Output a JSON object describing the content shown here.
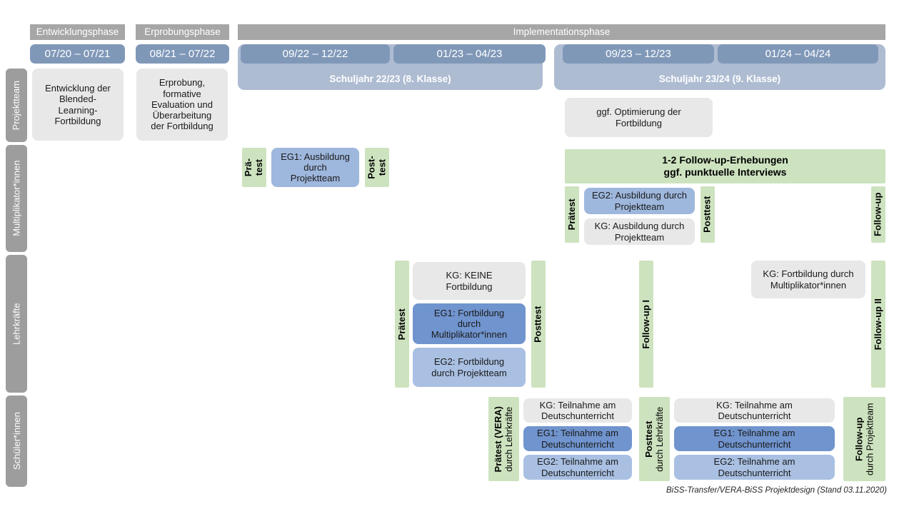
{
  "title": "BiSS-Transfer / VERA-BiSS Projektdesign",
  "colors": {
    "phase_header": "#a6a6a6",
    "date_chip": "#8098b8",
    "school_year": "#aebcd2",
    "actor_label": "#9d9d9d",
    "grey_box": "#e8e8e8",
    "blue_dark": "#7094ce",
    "blue_mid": "#9eb7dd",
    "blue_light": "#a9c0e2",
    "green_band": "#cde3bf"
  },
  "phases": [
    {
      "label": "Entwicklungsphase"
    },
    {
      "label": "Erprobungsphase"
    },
    {
      "label": "Implementationsphase"
    }
  ],
  "dates": [
    {
      "label": "07/20 – 07/21"
    },
    {
      "label": "08/21 – 07/22"
    },
    {
      "label": "09/22 – 12/22"
    },
    {
      "label": "01/23 – 04/23"
    },
    {
      "label": "09/23 – 12/23"
    },
    {
      "label": "01/24 – 04/24"
    }
  ],
  "school_years": [
    {
      "label": "Schuljahr 22/23 (8. Klasse)"
    },
    {
      "label": "Schuljahr 23/24 (9. Klasse)"
    }
  ],
  "actors": [
    {
      "label": "Projektteam"
    },
    {
      "label": "Multiplikator*innen"
    },
    {
      "label": "Lehrkräfte"
    },
    {
      "label": "Schüler*innen"
    }
  ],
  "projektteam_row": {
    "boxes": [
      {
        "lines": [
          "Entwicklung der",
          "Blended-",
          "Learning-",
          "Fortbildung"
        ]
      },
      {
        "lines": [
          "Erprobung,",
          "formative",
          "Evaluation und",
          "Überarbeitung",
          "der Fortbildung"
        ]
      },
      {
        "lines": [
          "ggf. Optimierung der",
          "Fortbildung"
        ]
      }
    ]
  },
  "multiplikator_row": {
    "followup_banner": {
      "line1": "1-2 Follow-up-Erhebungen",
      "line2": "ggf. punktuelle Interviews"
    },
    "tests": [
      {
        "line1": "Prä-",
        "line2": "test"
      },
      {
        "line1": "Post-",
        "line2": "test"
      },
      {
        "line1": "Prätest",
        "line2": ""
      },
      {
        "line1": "Posttest",
        "line2": ""
      },
      {
        "line1": "Follow-up",
        "line2": ""
      }
    ],
    "boxes": [
      {
        "lines": [
          "EG1: Ausbildung",
          "durch",
          "Projektteam"
        ]
      },
      {
        "lines": [
          "EG2:  Ausbildung durch",
          "Projektteam"
        ]
      },
      {
        "lines": [
          "KG: Ausbildung durch",
          "Projektteam"
        ]
      }
    ]
  },
  "lehrkraefte_row": {
    "tests": [
      {
        "line1": "Prätest",
        "line2": ""
      },
      {
        "line1": "Posttest",
        "line2": ""
      },
      {
        "line1": "Follow-up I",
        "line2": ""
      },
      {
        "line1": "Follow-up II",
        "line2": ""
      }
    ],
    "boxes": [
      {
        "lines": [
          "KG:  KEINE",
          "Fortbildung"
        ]
      },
      {
        "lines": [
          "EG1: Fortbildung",
          "durch",
          "Multiplikator*innen"
        ]
      },
      {
        "lines": [
          "EG2: Fortbildung",
          "durch Projektteam"
        ]
      },
      {
        "lines": [
          "KG: Fortbildung durch",
          "Multiplikator*innen"
        ]
      }
    ]
  },
  "schueler_row": {
    "tests": [
      {
        "line1": "Prätest (VERA)",
        "line2": "durch Lehrkräfte"
      },
      {
        "line1": "Posttest",
        "line2": "durch Lehrkräfte"
      },
      {
        "line1": "Follow-up",
        "line2": "durch Projektteam"
      }
    ],
    "boxes_left": [
      {
        "lines": [
          "KG: Teilnahme am",
          "Deutschunterricht"
        ]
      },
      {
        "lines": [
          "EG1: Teilnahme am",
          "Deutschunterricht"
        ]
      },
      {
        "lines": [
          "EG2: Teilnahme am",
          "Deutschunterricht"
        ]
      }
    ],
    "boxes_right": [
      {
        "lines": [
          "KG: Teilnahme am",
          "Deutschunterricht"
        ]
      },
      {
        "lines": [
          "EG1: Teilnahme am",
          "Deutschunterricht"
        ]
      },
      {
        "lines": [
          "EG2: Teilnahme am",
          "Deutschunterricht"
        ]
      }
    ]
  },
  "footer": {
    "caption": "BiSS-Transfer/VERA-BiSS Projektdesign (Stand 03.11.2020)"
  }
}
